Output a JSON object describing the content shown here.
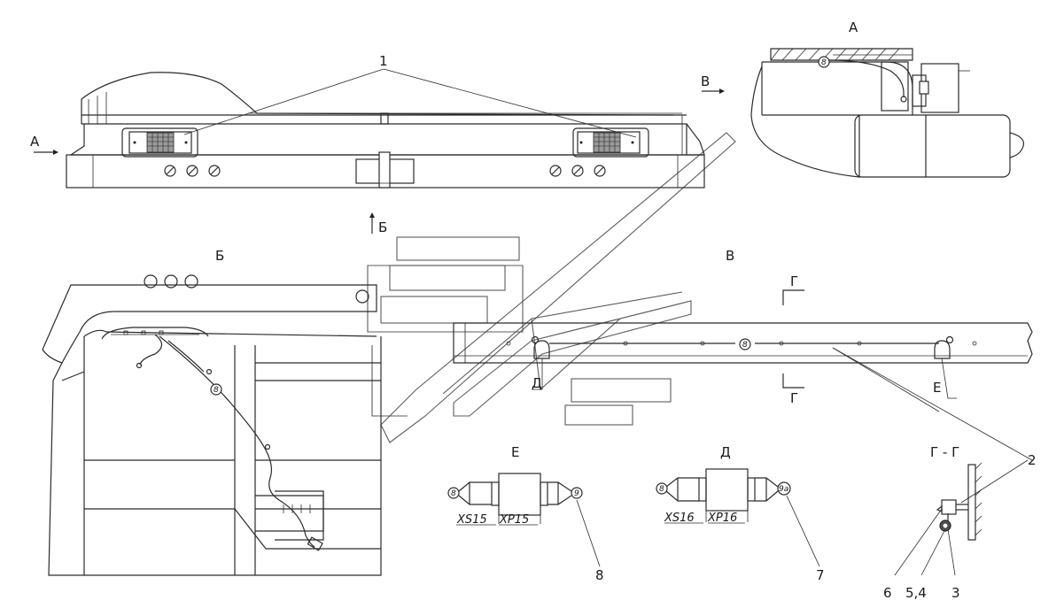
{
  "views": {
    "A": "А",
    "B": "Б",
    "V": "В",
    "E": "Е",
    "D": "Д",
    "section_G": "Г - Г"
  },
  "view_arrows": {
    "a_arrow": "А",
    "b_arrow": "Б",
    "v_arrow": "В"
  },
  "section_marks": {
    "top": "Г",
    "bottom": "Г"
  },
  "callouts": {
    "c1": "1",
    "c2": "2",
    "c3": "3",
    "c54": "5,4",
    "c6": "6",
    "c7": "7",
    "c8": "8",
    "e_label": "Е",
    "d_label": "Д"
  },
  "wire_ids": {
    "w8": "8",
    "w9": "9",
    "w9a": "9а"
  },
  "connectors": {
    "e_left": "XS15",
    "e_right": "XP15",
    "d_left": "XS16",
    "d_right": "XP16"
  },
  "details": {
    "fastener_mark": "3"
  }
}
